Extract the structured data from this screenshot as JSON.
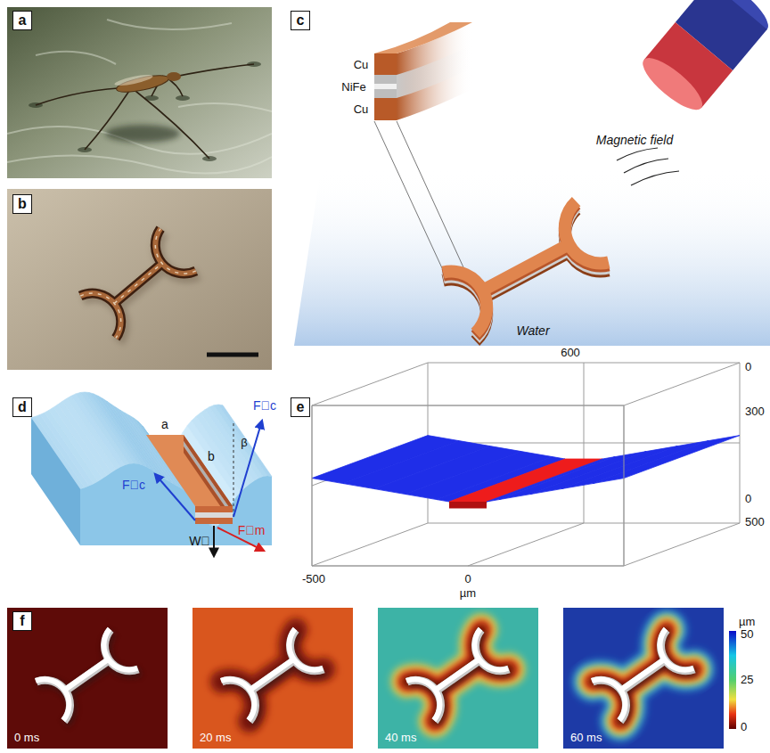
{
  "diagram": {
    "nodes": [
      {
        "text": [
          "a"
        ]
      },
      {
        "text": [
          "b"
        ]
      },
      {
        "text": [
          "c"
        ]
      },
      {
        "text": [
          "d"
        ]
      },
      {
        "text": [
          "e"
        ]
      },
      {
        "text": [
          "f"
        ]
      }
    ],
    "labels": [
      "Cu",
      "NiFe",
      "Cu",
      "Magnetic field",
      "Water",
      "a",
      "b",
      "F⃗c",
      "F⃗c",
      "β",
      "W⃗",
      "F⃗m",
      "600",
      "0",
      "300",
      "0",
      "500",
      "0",
      "µm",
      "-500",
      "0 ms",
      "20 ms",
      "40 ms",
      "60 ms",
      "µm",
      "50",
      "25",
      "0"
    ]
  }
}
